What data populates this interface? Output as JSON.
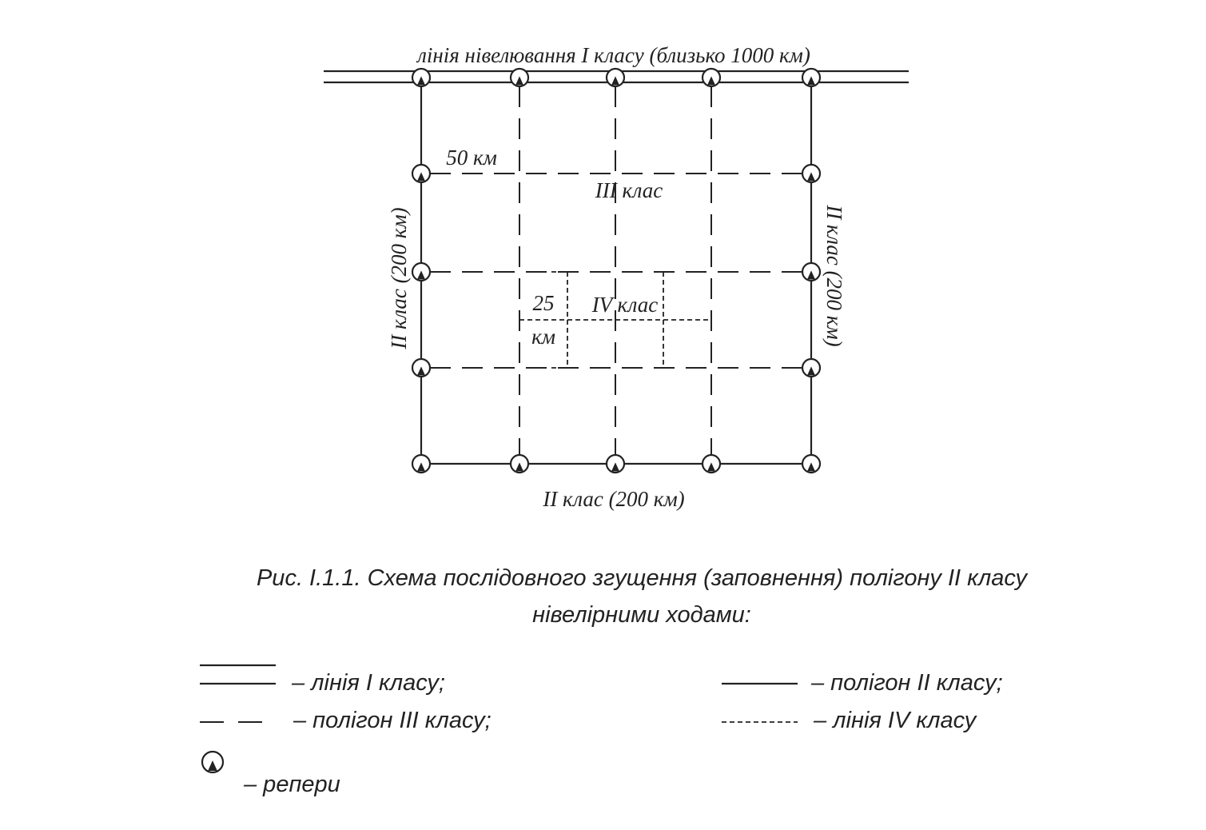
{
  "diagram": {
    "top_line_label": "лінія нівелювання І класу (близько 1000 км)",
    "label_50km": "50 км",
    "label_class3": "ІІІ клас",
    "label_25": "25",
    "label_km": "км",
    "label_class4": "IV клас",
    "label_left": "ІІ клас (200 км)",
    "label_right": "ІІ клас (200 км)",
    "label_bottom": "ІІ клас (200 км)"
  },
  "caption": {
    "line1": "Рис. І.1.1. Схема послідовного згущення (заповнення) полігону ІІ класу",
    "line2": "нівелірними ходами:"
  },
  "legend": {
    "class1": "– лінія І класу;",
    "class2": "– полігон ІІ класу;",
    "class3": "– полігон ІІІ класу;",
    "class4": "– лінія IV класу",
    "benchmarks": "– репери"
  },
  "icons": {
    "benchmark": "benchmark-circle-triangle-icon"
  }
}
